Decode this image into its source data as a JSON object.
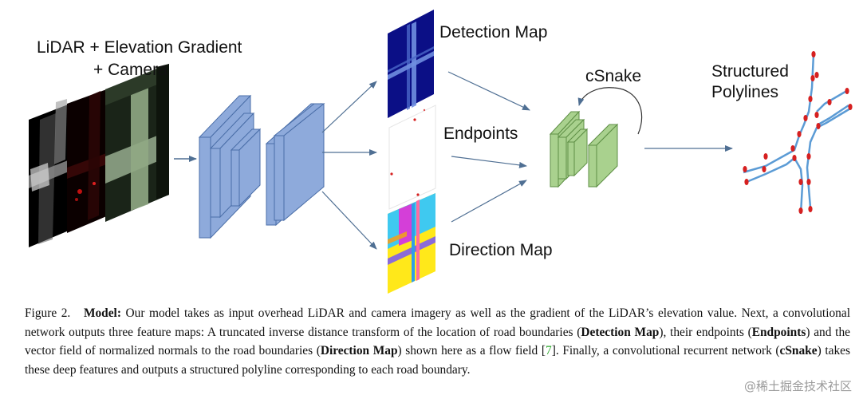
{
  "figure": {
    "input_label_line1": "LiDAR + Elevation Gradient",
    "input_label_line2": "+ Camera",
    "detection_label": "Detection Map",
    "endpoints_label": "Endpoints",
    "direction_label": "Direction Map",
    "csnake_label": "cSnake",
    "output_label_line1": "Structured",
    "output_label_line2": "Polylines"
  },
  "caption": {
    "fig_num": "Figure 2.",
    "model_label": "Model:",
    "text1": " Our model takes as input overhead LiDAR and camera imagery as well as the gradient of the LiDAR’s elevation value. Next, a convolutional network outputs three feature maps: A truncated inverse distance transform of the location of road boundaries (",
    "detection_bold": "Detection Map",
    "text2": "), their endpoints (",
    "endpoints_bold": "Endpoints",
    "text3": ") and the vector field of normalized normals to the road boundaries (",
    "direction_bold": "Direction Map",
    "text4": ") shown here as a flow field [",
    "citation": "7",
    "text5": "]. Finally, a convolutional recurrent network (",
    "csnake_bold": "cSnake",
    "text6": ") takes these deep features and outputs a structured polyline corresponding to each road boundary."
  },
  "watermark": "@稀土掘金技术社区",
  "colors": {
    "network_blue": "#8eaadb",
    "network_blue_edge": "#4a6ea8",
    "csnake_green": "#a9d18e",
    "csnake_green_edge": "#5e8f45",
    "arrow": "#4f6f93",
    "polyline": "#5b9bd5",
    "vertex": "#d62020",
    "citation": "#2aa82a"
  }
}
